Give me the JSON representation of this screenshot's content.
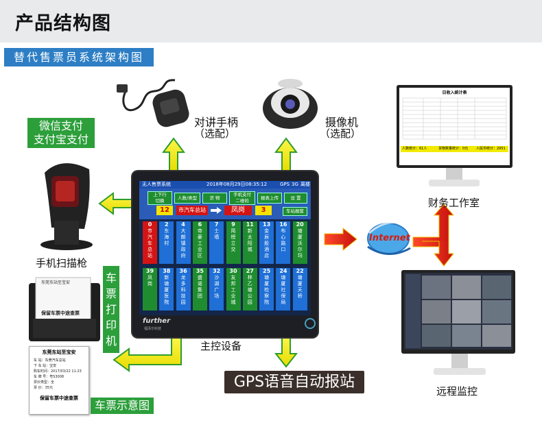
{
  "header": {
    "title": "产品结构图"
  },
  "subtitle": "替代售票员系统架构图",
  "labels": {
    "payment": [
      "微信支付",
      "支付宝支付"
    ],
    "intercom": "对讲手柄",
    "intercom_opt": "（选配）",
    "camera": "摄像机",
    "camera_opt": "（选配）",
    "scanner": "手机扫描枪",
    "ticket_printer": [
      "车",
      "票",
      "打",
      "印",
      "机"
    ],
    "ticket_sample": "车票示意图",
    "main_control": "主控设备",
    "gps": "GPS语音自动报站",
    "finance": "财务工作室",
    "remote": "远程监控",
    "internet": "Internet"
  },
  "screen": {
    "title": "无人售票系统",
    "datetime": "2018年08月29日08:35:12",
    "status": [
      "GPS",
      "3G",
      "离楼"
    ],
    "buttons": [
      "上下行\n切换",
      "人数/类型",
      "货  物",
      "手机支付\n二维码",
      "报表上传",
      "设  置"
    ],
    "count_left": "12",
    "current_stop": "市汽车总站",
    "next_stop": "凤岗",
    "count_right": "3",
    "stop_btn": "车站报废",
    "stops_row1": [
      {
        "n": "0",
        "name": "市汽车总站",
        "color": "#d41414"
      },
      {
        "n": "2",
        "name": "东海村",
        "color": "#1f6fd6"
      },
      {
        "n": "4",
        "name": "大朗镇政府",
        "color": "#1f6fd6"
      },
      {
        "n": "6",
        "name": "帝豪工业区",
        "color": "#1f8d2f"
      },
      {
        "n": "7",
        "name": "士墙",
        "color": "#1f6fd6"
      },
      {
        "n": "9",
        "name": "简榜立交",
        "color": "#1f8d2f"
      },
      {
        "n": "11",
        "name": "新太阳城",
        "color": "#1f8d2f"
      },
      {
        "n": "13",
        "name": "金辰股酒店",
        "color": "#1f6fd6"
      },
      {
        "n": "16",
        "name": "布心路口",
        "color": "#1f6fd6"
      },
      {
        "n": "20",
        "name": "塘厦沃尔玛",
        "color": "#1f8d2f"
      }
    ],
    "stops_row2": [
      {
        "n": "39",
        "name": "凤岗",
        "color": "#1f8d2f"
      },
      {
        "n": "38",
        "name": "新塘厦医院",
        "color": "#1f6fd6"
      },
      {
        "n": "36",
        "name": "龙多科技园",
        "color": "#1f6fd6"
      },
      {
        "n": "35",
        "name": "盛诺集团",
        "color": "#1f8d2f"
      },
      {
        "n": "32",
        "name": "沙湖广场",
        "color": "#1f6fd6"
      },
      {
        "n": "30",
        "name": "友邦工业城",
        "color": "#1f8d2f"
      },
      {
        "n": "27",
        "name": "林乙塘公园",
        "color": "#1f8d2f"
      },
      {
        "n": "25",
        "name": "塘厦检察院",
        "color": "#1f6fd6"
      },
      {
        "n": "24",
        "name": "塘厦社保局",
        "color": "#1f6fd6"
      },
      {
        "n": "22",
        "name": "塘厦天桥",
        "color": "#1f6fd6"
      }
    ],
    "brand": "further",
    "brand_sub": "福泽尔科技"
  },
  "receipt": {
    "title": "东莞东站至宝安",
    "lines": [
      "车    站：东莞汽车总站",
      "下 车 站：宝安",
      "购车时间：2017/03/22 11:23",
      "车 牌 号：粤S3008",
      "票价类型：全",
      "票    价：35元"
    ],
    "footer": "保留车票中途查票"
  },
  "printer_paper": {
    "title": "东莞东站至宝安",
    "footer": "保留车票中途查票"
  },
  "finance_screen": {
    "title": "日收入统计表",
    "summary": [
      "人数统计：61人",
      "货物数量统计：0元",
      "人民币统计：2951"
    ]
  },
  "colors": {
    "arrow_green": "#f3ea12",
    "arrow_border": "#2e9c2e",
    "arrow_red": "#e0201a",
    "green": "#2c9f3b",
    "blue": "#2d7ec4"
  }
}
